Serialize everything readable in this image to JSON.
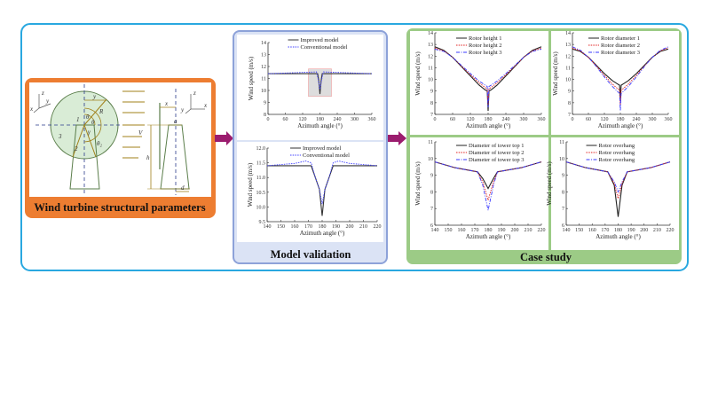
{
  "panels": {
    "left_title": "Wind turbine structural parameters",
    "middle_title": "Model validation",
    "right_title": "Case study"
  },
  "colors": {
    "frame": "#29a8e0",
    "orange": "#ed7d31",
    "blue_panel": "#8da2d9",
    "green_panel": "#9ccb86",
    "arrow": "#9b1c6e"
  },
  "diagram": {
    "labels": {
      "n1": "1",
      "n2": "2",
      "n3": "3",
      "R": "R",
      "y_top": "y",
      "theta": "θ",
      "theta_b": "θ",
      "gamma": "γ",
      "theta2": "θ₂",
      "V": "V",
      "h": "h",
      "a": "a",
      "d": "d",
      "x_top": "x",
      "ax1_z": "z",
      "ax1_y": "y",
      "ax1_x": "x",
      "ax2_z": "z",
      "ax2_x": "x",
      "ax2_y": "y"
    }
  },
  "chart_data": [
    {
      "id": "val_full",
      "type": "line",
      "xlabel": "Azimuth angle (°)",
      "ylabel": "Wind speed (m/s)",
      "xlim": [
        0,
        360
      ],
      "ylim": [
        8,
        14
      ],
      "xticks": [
        0,
        60,
        120,
        180,
        240,
        300,
        360
      ],
      "yticks": [
        8,
        9,
        10,
        11,
        12,
        13,
        14
      ],
      "legend": "top-center",
      "highlight": {
        "x": [
          140,
          220
        ],
        "y": [
          9.5,
          11.8
        ]
      },
      "series": [
        {
          "name": "Improved model",
          "style": "solid",
          "color": "#333333",
          "x": [
            0,
            172,
            176,
            180,
            184,
            188,
            360
          ],
          "y": [
            11.4,
            11.4,
            10.8,
            9.7,
            10.8,
            11.4,
            11.4
          ]
        },
        {
          "name": "Conventional model",
          "style": "dotted",
          "color": "#4040ff",
          "x": [
            0,
            168,
            174,
            180,
            186,
            192,
            360
          ],
          "y": [
            11.4,
            11.55,
            10.9,
            10.1,
            10.9,
            11.55,
            11.4
          ]
        }
      ]
    },
    {
      "id": "val_zoom",
      "type": "line",
      "xlabel": "Azimuth angle (°)",
      "ylabel": "Wind speed (m/s)",
      "xlim": [
        140,
        220
      ],
      "ylim": [
        9.5,
        12.0
      ],
      "xticks": [
        140,
        150,
        160,
        170,
        180,
        190,
        200,
        210,
        220
      ],
      "yticks": [
        9.5,
        10.0,
        10.5,
        11.0,
        11.5,
        12.0
      ],
      "yfmt": 1,
      "legend": "top-center",
      "series": [
        {
          "name": "Improved model",
          "style": "solid",
          "color": "#333333",
          "x": [
            140,
            172,
            175,
            178,
            180,
            182,
            185,
            188,
            220
          ],
          "y": [
            11.4,
            11.4,
            11.0,
            10.6,
            9.7,
            10.6,
            11.0,
            11.4,
            11.4
          ]
        },
        {
          "name": "Conventional model",
          "style": "dotted",
          "color": "#4040ff",
          "x": [
            140,
            160,
            168,
            172,
            175,
            178,
            180,
            182,
            185,
            188,
            192,
            200,
            220
          ],
          "y": [
            11.4,
            11.48,
            11.56,
            11.5,
            11.0,
            10.6,
            10.1,
            10.6,
            11.0,
            11.5,
            11.56,
            11.48,
            11.4
          ]
        }
      ]
    },
    {
      "id": "rotor_height",
      "type": "line",
      "xlabel": "Azimuth angle (°)",
      "ylabel": "Wind speed (m/s)",
      "xlim": [
        0,
        360
      ],
      "ylim": [
        7,
        14
      ],
      "xticks": [
        0,
        60,
        120,
        180,
        240,
        300,
        360
      ],
      "yticks": [
        7,
        8,
        9,
        10,
        11,
        12,
        13,
        14
      ],
      "legend": "top-center",
      "series": [
        {
          "name": "Rotor height 1",
          "style": "solid",
          "color": "#222222",
          "x": [
            0,
            30,
            60,
            90,
            120,
            150,
            170,
            177,
            180,
            183,
            190,
            210,
            240,
            270,
            300,
            330,
            360
          ],
          "y": [
            12.8,
            12.5,
            11.9,
            11.1,
            10.3,
            9.5,
            9.1,
            9.0,
            7.3,
            9.0,
            9.1,
            9.5,
            10.3,
            11.1,
            11.9,
            12.5,
            12.8
          ]
        },
        {
          "name": "Rotor height 2",
          "style": "dotted",
          "color": "#e02020",
          "x": [
            0,
            30,
            60,
            90,
            120,
            150,
            170,
            177,
            180,
            183,
            190,
            210,
            240,
            270,
            300,
            330,
            360
          ],
          "y": [
            12.7,
            12.45,
            11.9,
            11.15,
            10.4,
            9.7,
            9.3,
            9.2,
            7.8,
            9.2,
            9.3,
            9.7,
            10.4,
            11.15,
            11.9,
            12.45,
            12.7
          ]
        },
        {
          "name": "Rotor height 3",
          "style": "dashdot",
          "color": "#3a3aff",
          "x": [
            0,
            30,
            60,
            90,
            120,
            150,
            170,
            177,
            180,
            183,
            190,
            210,
            240,
            270,
            300,
            330,
            360
          ],
          "y": [
            12.6,
            12.4,
            11.9,
            11.2,
            10.5,
            9.85,
            9.5,
            9.4,
            7.6,
            9.4,
            9.5,
            9.85,
            10.5,
            11.2,
            11.9,
            12.4,
            12.6
          ]
        }
      ]
    },
    {
      "id": "rotor_diameter",
      "type": "line",
      "xlabel": "Azimuth angle (°)",
      "ylabel": "Wind speed (m/s)",
      "xlim": [
        0,
        360
      ],
      "ylim": [
        7,
        14
      ],
      "xticks": [
        0,
        60,
        120,
        180,
        240,
        300,
        360
      ],
      "yticks": [
        7,
        8,
        9,
        10,
        11,
        12,
        13,
        14
      ],
      "legend": "top-center",
      "series": [
        {
          "name": "Rotor diameter 1",
          "style": "solid",
          "color": "#222222",
          "x": [
            0,
            30,
            60,
            90,
            120,
            150,
            170,
            177,
            180,
            183,
            190,
            210,
            240,
            270,
            300,
            330,
            360
          ],
          "y": [
            12.6,
            12.4,
            11.9,
            11.2,
            10.5,
            9.9,
            9.6,
            9.5,
            8.3,
            9.5,
            9.6,
            9.9,
            10.5,
            11.2,
            11.9,
            12.4,
            12.6
          ]
        },
        {
          "name": "Rotor diameter 2",
          "style": "dotted",
          "color": "#e02020",
          "x": [
            0,
            30,
            60,
            90,
            120,
            150,
            170,
            177,
            180,
            183,
            190,
            210,
            240,
            270,
            300,
            330,
            360
          ],
          "y": [
            12.7,
            12.45,
            11.9,
            11.15,
            10.35,
            9.6,
            9.2,
            9.1,
            7.8,
            9.1,
            9.2,
            9.6,
            10.35,
            11.15,
            11.9,
            12.45,
            12.7
          ]
        },
        {
          "name": "Rotor diameter 3",
          "style": "dashdot",
          "color": "#3a3aff",
          "x": [
            0,
            30,
            60,
            90,
            120,
            150,
            170,
            177,
            180,
            183,
            190,
            210,
            240,
            270,
            300,
            330,
            360
          ],
          "y": [
            12.8,
            12.5,
            11.9,
            11.1,
            10.2,
            9.4,
            8.95,
            8.8,
            7.3,
            8.8,
            8.95,
            9.4,
            10.2,
            11.1,
            11.9,
            12.5,
            12.8
          ]
        }
      ]
    },
    {
      "id": "tower_top",
      "type": "line",
      "xlabel": "Azimuth angle (°)",
      "ylabel": "Wind speed (m/s)",
      "xlim": [
        140,
        220
      ],
      "ylim": [
        6,
        11
      ],
      "xticks": [
        140,
        150,
        160,
        170,
        180,
        190,
        200,
        210,
        220
      ],
      "yticks": [
        6,
        7,
        8,
        9,
        10,
        11
      ],
      "legend": "top-center",
      "series": [
        {
          "name": "Diameter of tower top  1",
          "style": "solid",
          "color": "#222222",
          "x": [
            140,
            155,
            172,
            176,
            180,
            184,
            187,
            205,
            220
          ],
          "y": [
            9.8,
            9.45,
            9.2,
            8.8,
            8.2,
            8.8,
            9.2,
            9.45,
            9.8
          ]
        },
        {
          "name": "Diameter of tower top  2",
          "style": "dotted",
          "color": "#e02020",
          "x": [
            140,
            155,
            172,
            176,
            180,
            184,
            187,
            205,
            220
          ],
          "y": [
            9.8,
            9.45,
            9.2,
            8.6,
            7.5,
            8.6,
            9.2,
            9.45,
            9.8
          ]
        },
        {
          "name": "Diameter of tower top  3",
          "style": "dashdot",
          "color": "#3a3aff",
          "x": [
            140,
            155,
            172,
            176,
            180,
            184,
            187,
            205,
            220
          ],
          "y": [
            9.8,
            9.45,
            9.2,
            8.4,
            6.9,
            8.4,
            9.2,
            9.45,
            9.8
          ]
        }
      ]
    },
    {
      "id": "rotor_overhang",
      "type": "line",
      "xlabel": "Azimuth angle (°)",
      "ylabel": "Wind speed (m/s)",
      "xlim": [
        140,
        220
      ],
      "ylim": [
        6,
        11
      ],
      "xticks": [
        140,
        150,
        160,
        170,
        180,
        190,
        200,
        210,
        220
      ],
      "yticks": [
        6,
        7,
        8,
        9,
        10,
        11
      ],
      "legend": "top-center",
      "series": [
        {
          "name": "Rotor overhang",
          "style": "solid",
          "color": "#222222",
          "x": [
            140,
            155,
            172,
            177,
            180,
            183,
            187,
            205,
            220
          ],
          "y": [
            9.8,
            9.45,
            9.2,
            8.4,
            6.5,
            8.4,
            9.2,
            9.45,
            9.8
          ]
        },
        {
          "name": "Rotor overhang",
          "style": "dotted",
          "color": "#e02020",
          "x": [
            140,
            155,
            172,
            177,
            180,
            183,
            187,
            205,
            220
          ],
          "y": [
            9.8,
            9.45,
            9.2,
            8.5,
            7.6,
            8.5,
            9.2,
            9.45,
            9.8
          ]
        },
        {
          "name": "Rotor overhang",
          "style": "dashdot",
          "color": "#3a3aff",
          "x": [
            140,
            155,
            172,
            177,
            180,
            183,
            187,
            205,
            220
          ],
          "y": [
            9.8,
            9.45,
            9.2,
            8.6,
            8.0,
            8.6,
            9.2,
            9.45,
            9.8
          ]
        }
      ]
    }
  ]
}
